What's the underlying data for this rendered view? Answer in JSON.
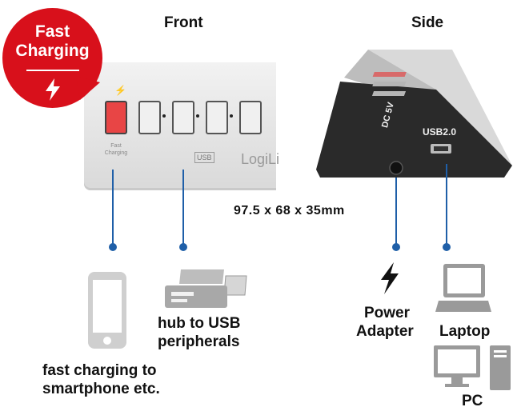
{
  "headings": {
    "front": "Front",
    "side": "Side"
  },
  "badge": {
    "line1": "Fast",
    "line2": "Charging",
    "icon": "lightning-icon"
  },
  "front_hub": {
    "port_label": "Fast Charging",
    "brand": "LogiLi",
    "usb_logo": "USB"
  },
  "side_hub": {
    "dc_label": "DC 5V",
    "usb_label": "USB2.0"
  },
  "dimensions": "97.5 x 68 x 35mm",
  "labels": {
    "fast_charging": [
      "fast charging to",
      "smartphone etc."
    ],
    "hub": [
      "hub to USB",
      "peripherals"
    ],
    "power": [
      "Power",
      "Adapter"
    ],
    "laptop": "Laptop",
    "pc": "PC"
  },
  "colors": {
    "accent": "#1f5fa8",
    "badge": "#d8101b"
  }
}
